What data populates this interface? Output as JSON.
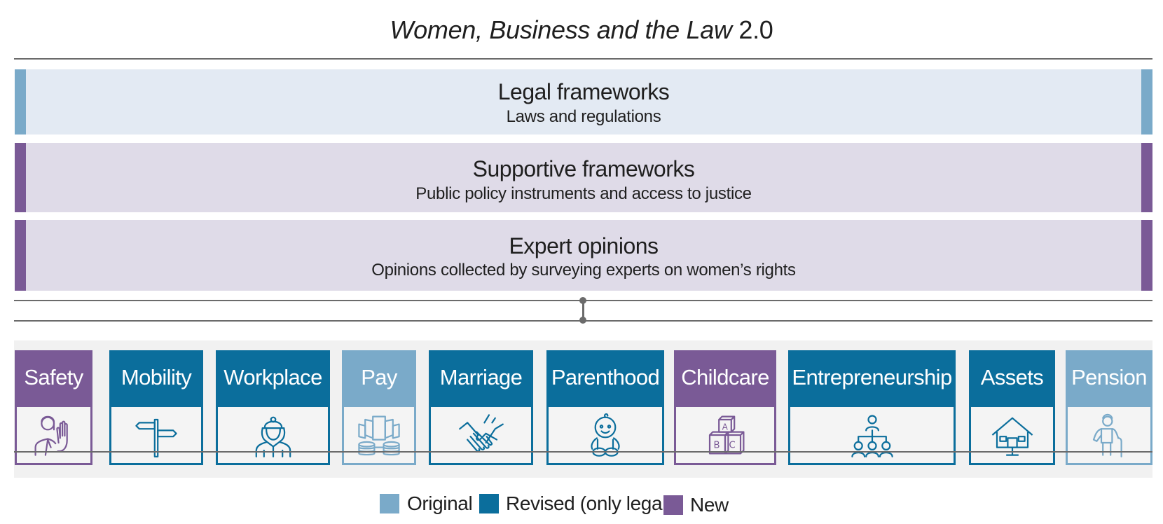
{
  "title": {
    "italic": "Women, Business and the Law",
    "suffix": " 2.0"
  },
  "colors": {
    "original": "#7aaac9",
    "revised": "#0b6e9c",
    "new": "#7a5a96",
    "legal_band": "#e3eaf3",
    "supportive_band": "#dfdbe8"
  },
  "bands": [
    {
      "title": "Legal frameworks",
      "subtitle": "Laws and regulations",
      "category": "original"
    },
    {
      "title": "Supportive frameworks",
      "subtitle": "Public policy instruments and access to justice",
      "category": "new"
    },
    {
      "title": "Expert opinions",
      "subtitle": "Opinions collected by surveying experts on women’s rights",
      "category": "new"
    }
  ],
  "indicators": [
    {
      "label": "Safety",
      "category": "new",
      "icon": "woman-stop-hand-icon"
    },
    {
      "label": "Mobility",
      "category": "revised",
      "icon": "signpost-icon"
    },
    {
      "label": "Workplace",
      "category": "revised",
      "icon": "worker-helmet-icon"
    },
    {
      "label": "Pay",
      "category": "original",
      "icon": "money-coins-icon"
    },
    {
      "label": "Marriage",
      "category": "revised",
      "icon": "handshake-icon"
    },
    {
      "label": "Parenthood",
      "category": "revised",
      "icon": "baby-icon"
    },
    {
      "label": "Childcare",
      "category": "new",
      "icon": "abc-blocks-icon"
    },
    {
      "label": "Entrepreneurship",
      "category": "revised",
      "icon": "org-chart-icon"
    },
    {
      "label": "Assets",
      "category": "revised",
      "icon": "house-icon"
    },
    {
      "label": "Pension",
      "category": "original",
      "icon": "elderly-person-icon"
    }
  ],
  "legend": [
    {
      "label": "Original",
      "category": "original"
    },
    {
      "label": "Revised (only legal)",
      "category": "revised"
    },
    {
      "label": "New",
      "category": "new"
    }
  ]
}
